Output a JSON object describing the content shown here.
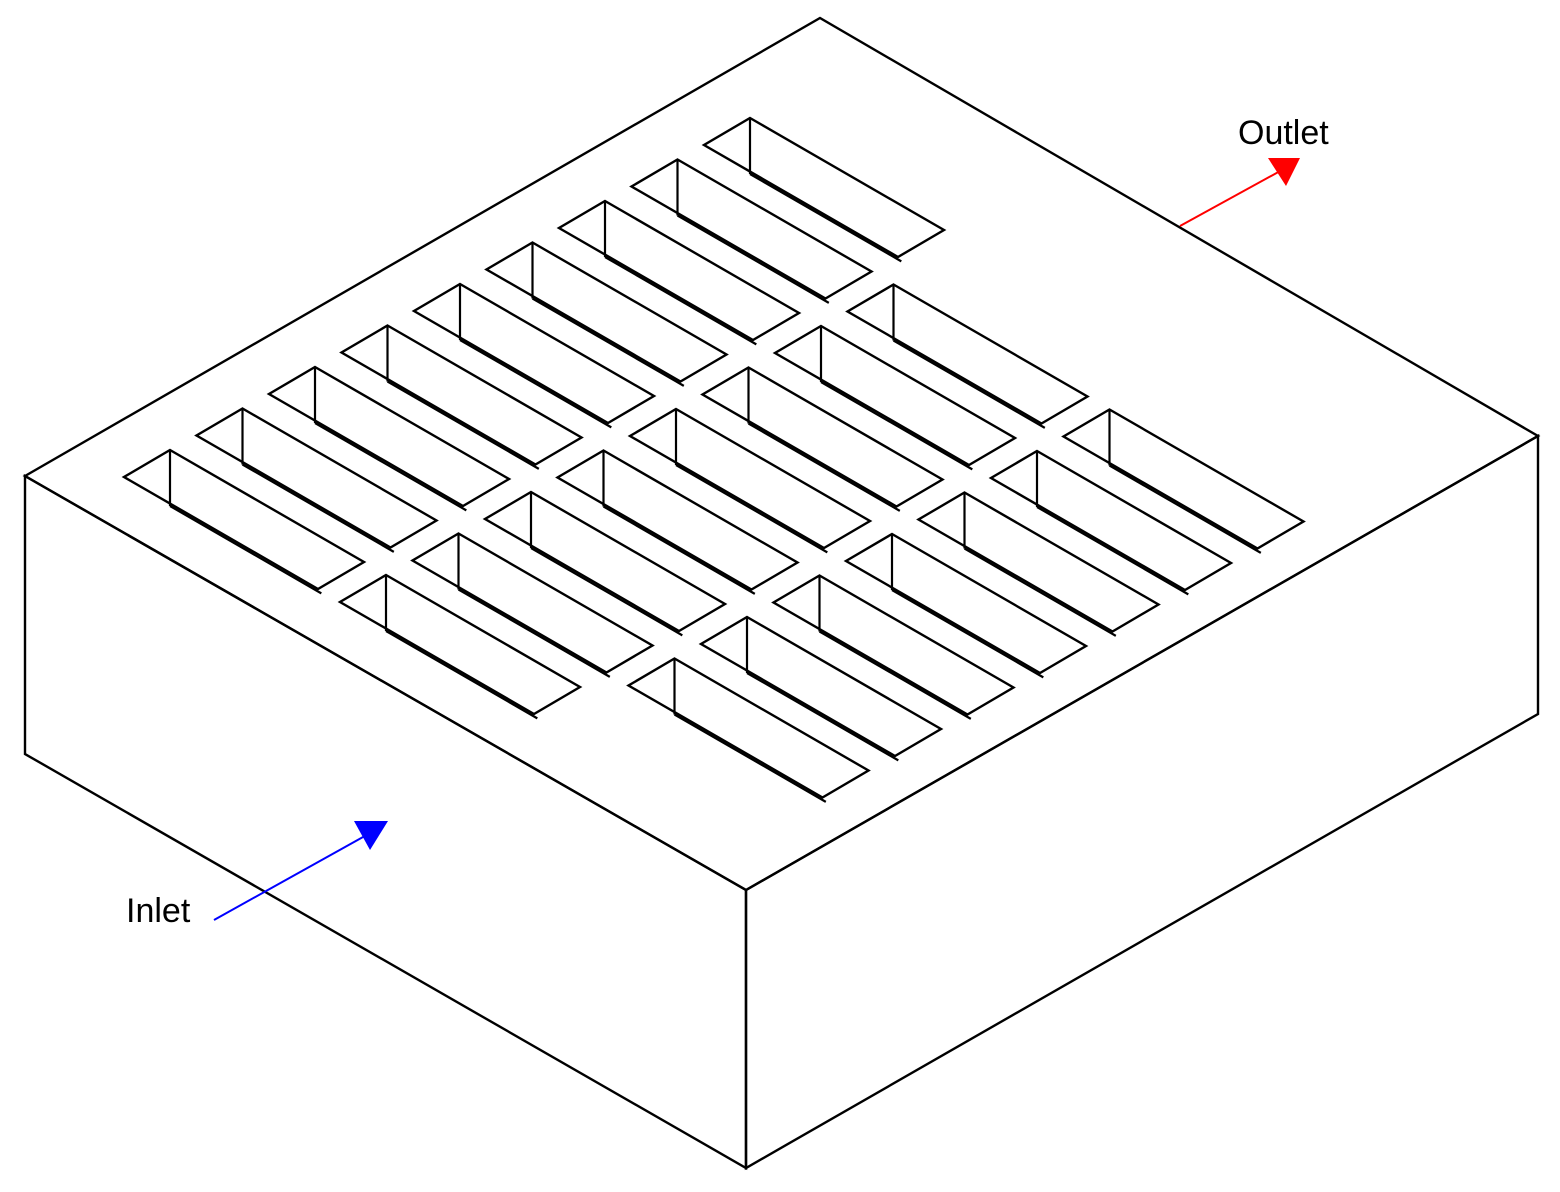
{
  "labels": {
    "outlet": "Outlet",
    "inlet": "Inlet"
  },
  "colors": {
    "outlet_arrow": "#ff0000",
    "inlet_arrow": "#0000ff",
    "line": "#000000",
    "background": "#ffffff"
  },
  "grid": {
    "rows": 3,
    "columns": 9,
    "missing_slots": [
      {
        "row": 2,
        "column": 0
      },
      {
        "row": 1,
        "column": 8
      },
      {
        "row": 2,
        "column": 8
      }
    ]
  }
}
